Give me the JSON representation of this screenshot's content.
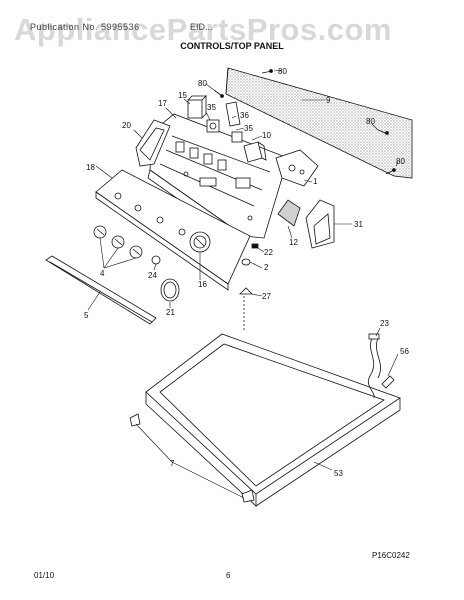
{
  "header": {
    "watermark": "AppliancePartsPros.com",
    "publication": "Publication No. 5995536",
    "model": "EID...",
    "section_title": "CONTROLS/TOP PANEL"
  },
  "callouts": [
    "80",
    "80",
    "9",
    "80",
    "80",
    "15",
    "35",
    "36",
    "35",
    "17",
    "10",
    "20",
    "18",
    "1",
    "31",
    "12",
    "4",
    "24",
    "22",
    "2",
    "16",
    "27",
    "5",
    "21",
    "23",
    "56",
    "53",
    "7"
  ],
  "footer": {
    "date": "01/10",
    "page": "6",
    "figure_code": "P16C0242"
  }
}
